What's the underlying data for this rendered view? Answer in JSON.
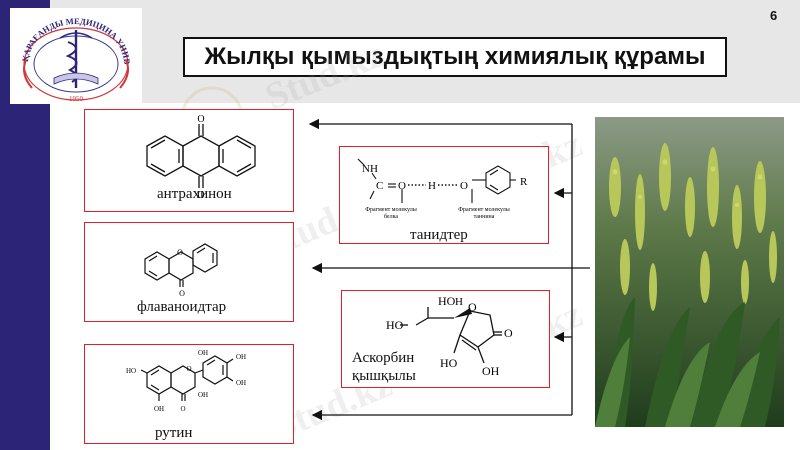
{
  "slide": {
    "title": "Жылқы қымыздықтың химиялық құрамы",
    "page_number": "6",
    "logo": {
      "text": "ҚАРАҒАНДЫ МЕДИЦИНА УНИВЕРСИТЕТІ",
      "year": "1950"
    },
    "watermark": "Stud.kz"
  },
  "compounds": {
    "anthraquinone": {
      "label": "антрахинон",
      "atoms": [
        "O",
        "O"
      ]
    },
    "flavanoids": {
      "label": "флаваноидтар",
      "atoms": [
        "O",
        "O"
      ]
    },
    "rutin": {
      "label": "рутин",
      "atoms": [
        "HO",
        "OH",
        "OH",
        "OH",
        "OH",
        "OH",
        "O",
        "O"
      ]
    },
    "tannins": {
      "label": "танидтер",
      "atoms": [
        "NH",
        "C",
        "O",
        "H",
        "O",
        "R"
      ],
      "caption_left": "Фрагмент молекулы белка",
      "caption_right": "Фрагмент молекулы таннина"
    },
    "ascorbic": {
      "label": "Аскорбин қышқылы",
      "atoms": [
        "HO",
        "HO",
        "H",
        "O",
        "O",
        "HO",
        "OH"
      ]
    }
  },
  "colors": {
    "accent_bar": "#2c2477",
    "box_border": "#e0202a",
    "header_band": "#e7e7e7"
  }
}
